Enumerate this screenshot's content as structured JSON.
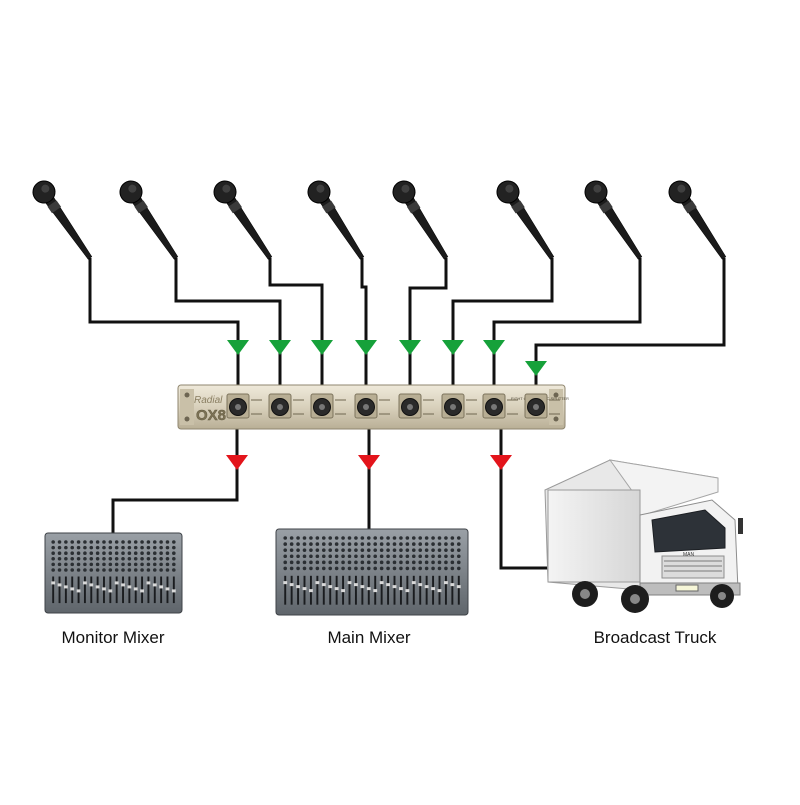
{
  "splitter": {
    "brand": "Radial",
    "model": "OX8",
    "panel_text": "EIGHT CHANNEL MIC SPLITTER"
  },
  "microphones": [
    {
      "name": "mic-1"
    },
    {
      "name": "mic-2"
    },
    {
      "name": "mic-3"
    },
    {
      "name": "mic-4"
    },
    {
      "name": "mic-5"
    },
    {
      "name": "mic-6"
    },
    {
      "name": "mic-7"
    },
    {
      "name": "mic-8"
    }
  ],
  "destinations": [
    {
      "label": "Monitor Mixer"
    },
    {
      "label": "Main Mixer"
    },
    {
      "label": "Broadcast Truck"
    }
  ],
  "truck": {
    "brand": "MAN"
  },
  "colors": {
    "input_arrow": "#16a13a",
    "output_arrow": "#e3141b",
    "cable": "#111111",
    "rack_face": "#d9d2bf"
  }
}
